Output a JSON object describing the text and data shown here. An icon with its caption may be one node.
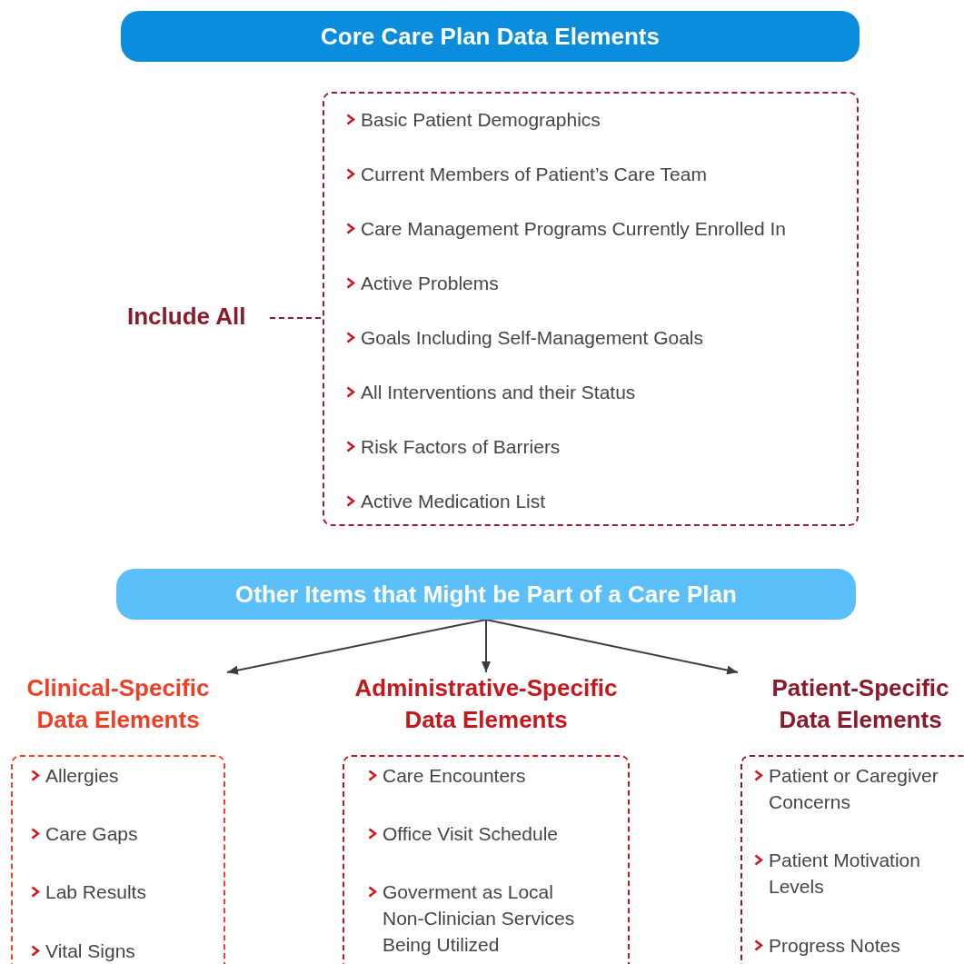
{
  "diagram": {
    "nodes": [
      {
        "text": [
          "Core Care Plan Data Elements"
        ]
      },
      {
        "text": [
          "Include All"
        ]
      },
      {
        "text": [
          "Basic Patient Demographics",
          "Current Members of Patient’s Care Team",
          "Care Management Programs Currently Enrolled In",
          "Active Problems",
          "Goals Including Self-Management Goals",
          "All Interventions and their Status",
          "Risk Factors of Barriers",
          "Active Medication List"
        ]
      },
      {
        "text": [
          "Other Items that Might be Part of a Care Plan"
        ]
      },
      {
        "text": [
          "Clinical-Specific Data Elements",
          "Allergies",
          "Care Gaps",
          "Lab Results",
          "Vital Signs"
        ]
      },
      {
        "text": [
          "Administrative-Specific Data Elements",
          "Care Encounters",
          "Office Visit Schedule",
          "Goverment as Local Non-Clinician Services Being Utilized"
        ]
      },
      {
        "text": [
          "Patient-Specific Data Elements",
          "Patient or Caregiver Concerns",
          "Patient Motivation Levels",
          "Progress Notes"
        ]
      }
    ],
    "edges": [
      {
        "from": 1,
        "to": 2,
        "arrow": "none",
        "style": "dashed",
        "color": "#8b1a2b"
      },
      {
        "from": 3,
        "to": 4,
        "arrow": "to"
      },
      {
        "from": 3,
        "to": 5,
        "arrow": "to"
      },
      {
        "from": 3,
        "to": 6,
        "arrow": "to"
      }
    ]
  }
}
